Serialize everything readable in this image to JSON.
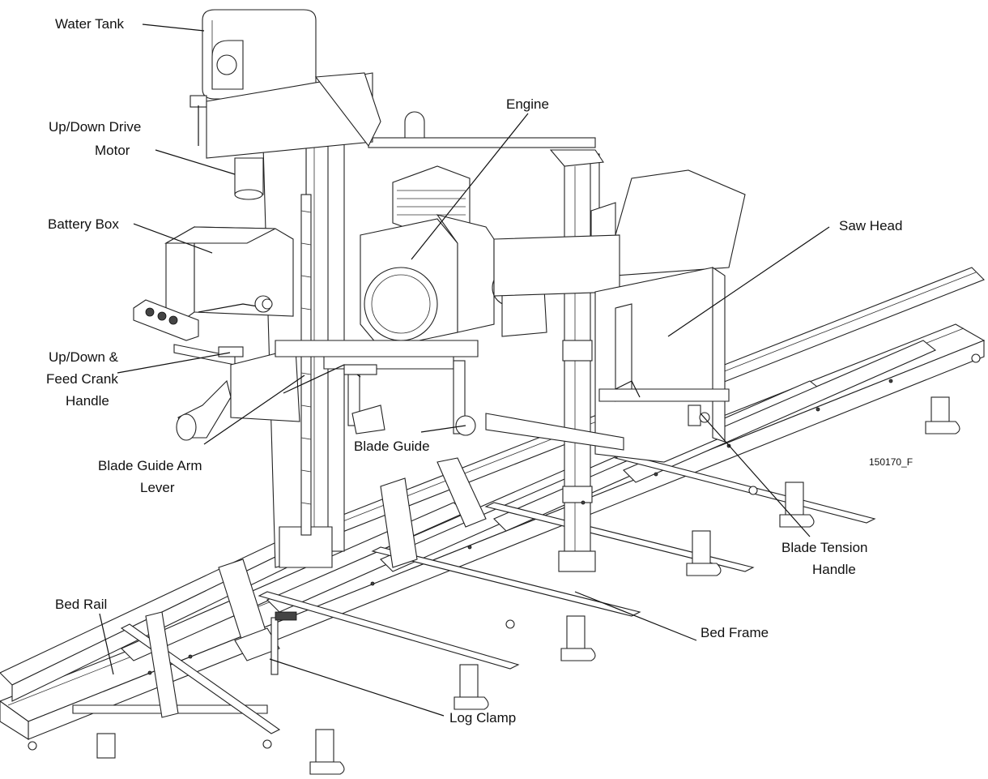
{
  "figure_id": "150170_F",
  "labels": {
    "water_tank": "Water Tank",
    "up_down_drive_motor_1": "Up/Down Drive",
    "up_down_drive_motor_2": "Motor",
    "engine": "Engine",
    "battery_box": "Battery Box",
    "saw_head": "Saw Head",
    "crank_handle_1": "Up/Down &",
    "crank_handle_2": "Feed Crank",
    "crank_handle_3": "Handle",
    "blade_guide": "Blade Guide",
    "blade_guide_arm_lever_1": "Blade Guide Arm",
    "blade_guide_arm_lever_2": "Lever",
    "blade_tension_handle_1": "Blade Tension",
    "blade_tension_handle_2": "Handle",
    "bed_rail": "Bed Rail",
    "bed_frame": "Bed Frame",
    "log_clamp": "Log Clamp"
  }
}
